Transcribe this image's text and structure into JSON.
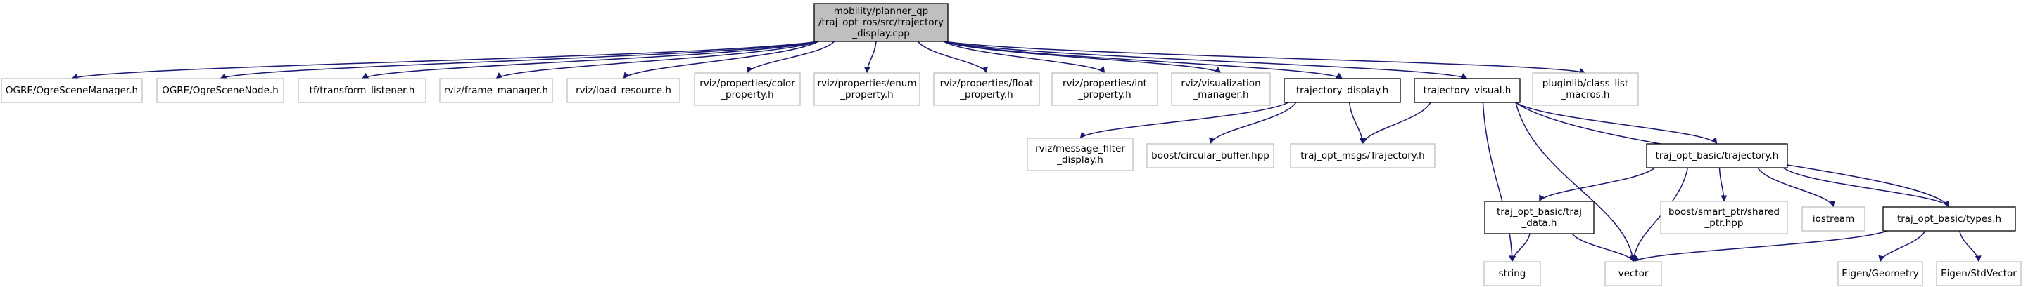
{
  "colors": {
    "edge": "#191970",
    "root_fill": "#bfbfbf",
    "root_border": "#000000",
    "local_border": "#000000",
    "external_border": "#bfbfbf",
    "node_fill": "#ffffff",
    "text": "#000000"
  },
  "nodes": [
    {
      "id": "root",
      "kind": "root",
      "lines": [
        "mobility/planner_qp",
        "/traj_opt_ros/src/trajectory",
        "_display.cpp"
      ]
    },
    {
      "id": "ogre-scene-manager",
      "kind": "external",
      "lines": [
        "OGRE/OgreSceneManager.h"
      ]
    },
    {
      "id": "ogre-scene-node",
      "kind": "external",
      "lines": [
        "OGRE/OgreSceneNode.h"
      ]
    },
    {
      "id": "tf-transform-listener",
      "kind": "external",
      "lines": [
        "tf/transform_listener.h"
      ]
    },
    {
      "id": "rviz-frame-manager",
      "kind": "external",
      "lines": [
        "rviz/frame_manager.h"
      ]
    },
    {
      "id": "rviz-load-resource",
      "kind": "external",
      "lines": [
        "rviz/load_resource.h"
      ]
    },
    {
      "id": "rviz-color-property",
      "kind": "external",
      "lines": [
        "rviz/properties/color",
        "_property.h"
      ]
    },
    {
      "id": "rviz-enum-property",
      "kind": "external",
      "lines": [
        "rviz/properties/enum",
        "_property.h"
      ]
    },
    {
      "id": "rviz-float-property",
      "kind": "external",
      "lines": [
        "rviz/properties/float",
        "_property.h"
      ]
    },
    {
      "id": "rviz-int-property",
      "kind": "external",
      "lines": [
        "rviz/properties/int",
        "_property.h"
      ]
    },
    {
      "id": "rviz-visualization-manager",
      "kind": "external",
      "lines": [
        "rviz/visualization",
        "_manager.h"
      ]
    },
    {
      "id": "trajectory-display",
      "kind": "local",
      "lines": [
        "trajectory_display.h"
      ]
    },
    {
      "id": "trajectory-visual",
      "kind": "local",
      "lines": [
        "trajectory_visual.h"
      ]
    },
    {
      "id": "pluginlib-class-list-macros",
      "kind": "external",
      "lines": [
        "pluginlib/class_list",
        "_macros.h"
      ]
    },
    {
      "id": "rviz-message-filter-display",
      "kind": "external",
      "lines": [
        "rviz/message_filter",
        "_display.h"
      ]
    },
    {
      "id": "boost-circular-buffer",
      "kind": "external",
      "lines": [
        "boost/circular_buffer.hpp"
      ]
    },
    {
      "id": "traj-opt-msgs-trajectory",
      "kind": "external",
      "lines": [
        "traj_opt_msgs/Trajectory.h"
      ]
    },
    {
      "id": "traj-opt-basic-trajectory",
      "kind": "local",
      "lines": [
        "traj_opt_basic/trajectory.h"
      ]
    },
    {
      "id": "traj-opt-basic-traj-data",
      "kind": "local",
      "lines": [
        "traj_opt_basic/traj",
        "_data.h"
      ]
    },
    {
      "id": "boost-smart-ptr-shared-ptr",
      "kind": "external",
      "lines": [
        "boost/smart_ptr/shared",
        "_ptr.hpp"
      ]
    },
    {
      "id": "iostream",
      "kind": "external",
      "lines": [
        "iostream"
      ]
    },
    {
      "id": "traj-opt-basic-types",
      "kind": "local",
      "lines": [
        "traj_opt_basic/types.h"
      ]
    },
    {
      "id": "string",
      "kind": "external",
      "lines": [
        "string"
      ]
    },
    {
      "id": "vector",
      "kind": "external",
      "lines": [
        "vector"
      ]
    },
    {
      "id": "eigen-geometry",
      "kind": "external",
      "lines": [
        "Eigen/Geometry"
      ]
    },
    {
      "id": "eigen-stdvector",
      "kind": "external",
      "lines": [
        "Eigen/StdVector"
      ]
    }
  ],
  "edges": [
    {
      "from": "root",
      "to": "ogre-scene-manager"
    },
    {
      "from": "root",
      "to": "ogre-scene-node"
    },
    {
      "from": "root",
      "to": "tf-transform-listener"
    },
    {
      "from": "root",
      "to": "rviz-frame-manager"
    },
    {
      "from": "root",
      "to": "rviz-load-resource"
    },
    {
      "from": "root",
      "to": "rviz-color-property"
    },
    {
      "from": "root",
      "to": "rviz-enum-property"
    },
    {
      "from": "root",
      "to": "rviz-float-property"
    },
    {
      "from": "root",
      "to": "rviz-int-property"
    },
    {
      "from": "root",
      "to": "rviz-visualization-manager"
    },
    {
      "from": "root",
      "to": "trajectory-display"
    },
    {
      "from": "root",
      "to": "trajectory-visual"
    },
    {
      "from": "root",
      "to": "pluginlib-class-list-macros"
    },
    {
      "from": "trajectory-display",
      "to": "rviz-message-filter-display"
    },
    {
      "from": "trajectory-display",
      "to": "boost-circular-buffer"
    },
    {
      "from": "trajectory-display",
      "to": "traj-opt-msgs-trajectory"
    },
    {
      "from": "trajectory-visual",
      "to": "traj-opt-msgs-trajectory"
    },
    {
      "from": "trajectory-visual",
      "to": "traj-opt-basic-trajectory"
    },
    {
      "from": "trajectory-visual",
      "to": "traj-opt-basic-types"
    },
    {
      "from": "trajectory-visual",
      "to": "string"
    },
    {
      "from": "trajectory-visual",
      "to": "vector"
    },
    {
      "from": "traj-opt-basic-trajectory",
      "to": "traj-opt-basic-traj-data"
    },
    {
      "from": "traj-opt-basic-trajectory",
      "to": "boost-smart-ptr-shared-ptr"
    },
    {
      "from": "traj-opt-basic-trajectory",
      "to": "iostream"
    },
    {
      "from": "traj-opt-basic-trajectory",
      "to": "traj-opt-basic-types"
    },
    {
      "from": "traj-opt-basic-trajectory",
      "to": "vector"
    },
    {
      "from": "traj-opt-basic-traj-data",
      "to": "string"
    },
    {
      "from": "traj-opt-basic-traj-data",
      "to": "vector"
    },
    {
      "from": "traj-opt-basic-types",
      "to": "vector"
    },
    {
      "from": "traj-opt-basic-types",
      "to": "eigen-geometry"
    },
    {
      "from": "traj-opt-basic-types",
      "to": "eigen-stdvector"
    }
  ]
}
